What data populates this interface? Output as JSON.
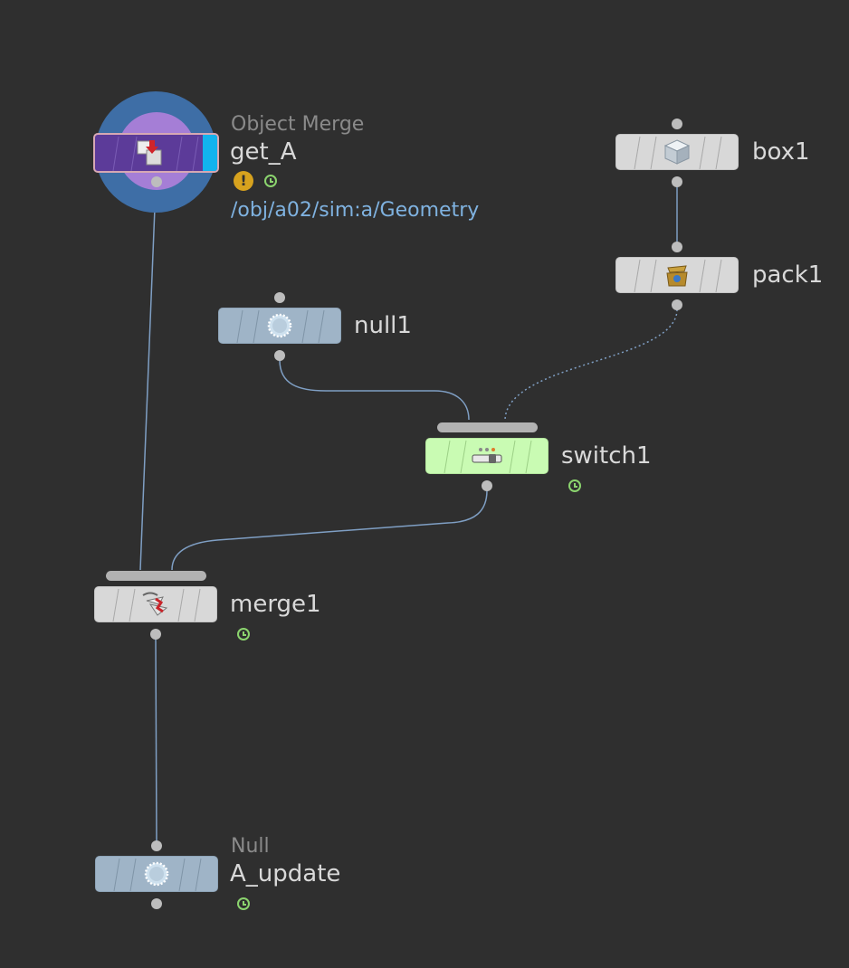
{
  "nodes": {
    "get_A": {
      "name": "get_A",
      "type": "Object Merge",
      "path": "/obj/a02/sim:a/Geometry",
      "warning": "!"
    },
    "box1": {
      "name": "box1"
    },
    "pack1": {
      "name": "pack1"
    },
    "null1": {
      "name": "null1"
    },
    "switch1": {
      "name": "switch1"
    },
    "merge1": {
      "name": "merge1"
    },
    "A_update": {
      "name": "A_update",
      "type": "Null"
    }
  },
  "colors": {
    "background": "#2f2f2f",
    "wire": "#7f9fc4",
    "selected_node": "#5c3b99",
    "display_flag": "#12b3ee",
    "halo_outer": "#3e6ea6",
    "halo_inner": "#a57ed6",
    "time_dependent": "#8bd46e",
    "warning": "#d7a21e"
  },
  "icons": {
    "get_A": "object-merge-icon",
    "box1": "box-icon",
    "pack1": "pack-icon",
    "null1": "null-icon",
    "switch1": "switch-icon",
    "merge1": "merge-icon",
    "A_update": "null-icon"
  }
}
